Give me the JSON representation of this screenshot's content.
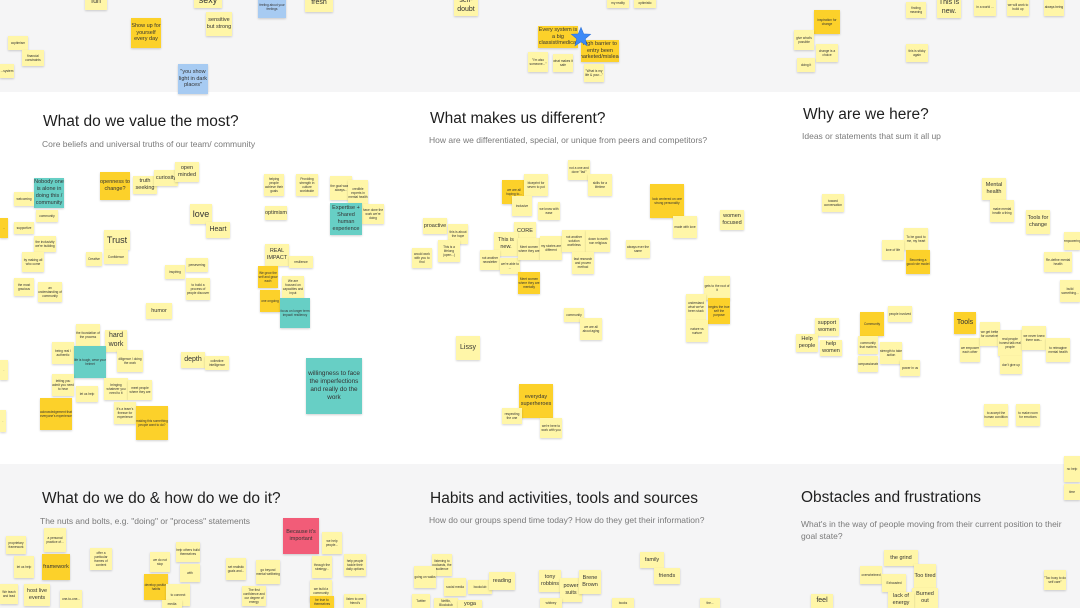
{
  "sections": [
    {
      "title": "What do we value the most?",
      "subtitle": "Core beliefs and universal truths of our team/ community"
    },
    {
      "title": "What makes us different?",
      "subtitle": "How are we differentiated, special, or unique from peers and competitors?"
    },
    {
      "title": "Why are we here?",
      "subtitle": "Ideas or statements that sum it all up"
    },
    {
      "title": "What do we do & how do we do it?",
      "subtitle": "The nuts and bolts, e.g. \"doing\" or \"process\" statements"
    },
    {
      "title": "Habits and activities, tools and sources",
      "subtitle": "How do our groups spend time today? How do they get their information?"
    },
    {
      "title": "Obstacles and frustrations",
      "subtitle": "What's in the way of people moving from their current position to their goal state?"
    }
  ],
  "colors": {
    "yellow": "#fff6a8",
    "gold": "#fcd12a",
    "teal": "#67cfc5",
    "pink": "#f25c78",
    "blue": "#a7cbf2"
  },
  "notes": [
    {
      "text": "fun"
    },
    {
      "text": "sexy"
    },
    {
      "text": "fresh"
    },
    {
      "text": "Show up for yourself every day"
    },
    {
      "text": "sensitive but strong"
    },
    {
      "text": "\"you show light in dark places\""
    },
    {
      "text": "self-doubt"
    },
    {
      "text": "Every system is a big classist/medical"
    },
    {
      "text": "high barrier to entry been marketed/mislead"
    },
    {
      "text": "This is new."
    },
    {
      "text": "openness to change?"
    },
    {
      "text": "truth seeking"
    },
    {
      "text": "curiosity"
    },
    {
      "text": "open minded"
    },
    {
      "text": "love"
    },
    {
      "text": "Heart"
    },
    {
      "text": "Trust"
    },
    {
      "text": "Confidence"
    },
    {
      "text": "Expertise + Shared human experience"
    },
    {
      "text": "REAL IMPACT"
    },
    {
      "text": "resilience"
    },
    {
      "text": "optimism"
    },
    {
      "text": "focus on longer term impact/ resiliency"
    },
    {
      "text": "humor"
    },
    {
      "text": "hard work"
    },
    {
      "text": "diligence / doing the work"
    },
    {
      "text": "depth"
    },
    {
      "text": "willingness to face the imperfections and really do the work"
    },
    {
      "text": "making this something people want to do?"
    },
    {
      "text": "skills for a lifetime"
    },
    {
      "text": "CORE"
    },
    {
      "text": "This is new."
    },
    {
      "text": "proactive"
    },
    {
      "text": "women focused"
    },
    {
      "text": "Lissy"
    },
    {
      "text": "everyday superheroes"
    },
    {
      "text": "community"
    },
    {
      "text": "Mental health"
    },
    {
      "text": "Tools for change"
    },
    {
      "text": "Tools"
    },
    {
      "text": "support women"
    },
    {
      "text": "Help people"
    },
    {
      "text": "help women"
    },
    {
      "text": "Community"
    },
    {
      "text": "Because it's important"
    },
    {
      "text": "framework"
    },
    {
      "text": "host live events"
    },
    {
      "text": "family"
    },
    {
      "text": "friends"
    },
    {
      "text": "reading"
    },
    {
      "text": "tony robbins"
    },
    {
      "text": "power suits"
    },
    {
      "text": "Brene Brown"
    },
    {
      "text": "the grind"
    },
    {
      "text": "Too tired"
    },
    {
      "text": "Burned out"
    },
    {
      "text": "lack of energy"
    },
    {
      "text": "feel"
    }
  ]
}
